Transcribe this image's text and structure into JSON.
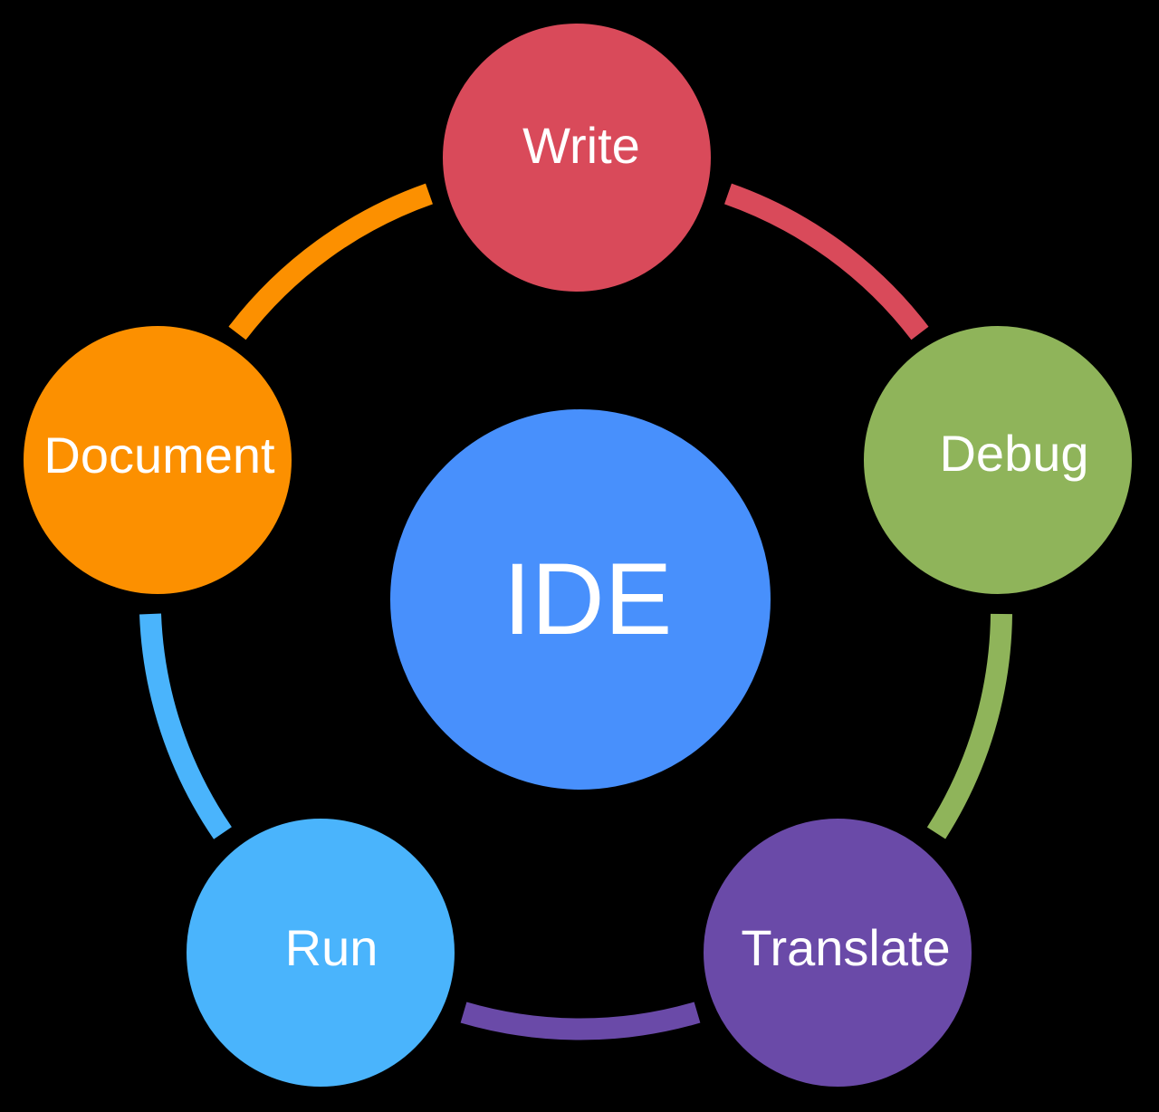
{
  "diagram": {
    "center": {
      "label": "IDE",
      "color": "#4890FC"
    },
    "nodes": [
      {
        "id": "write",
        "label": "Write",
        "color": "#D94A5A"
      },
      {
        "id": "debug",
        "label": "Debug",
        "color": "#8FB45A"
      },
      {
        "id": "translate",
        "label": "Translate",
        "color": "#6A4AA8"
      },
      {
        "id": "run",
        "label": "Run",
        "color": "#4AB4FC"
      },
      {
        "id": "document",
        "label": "Document",
        "color": "#FC9000"
      }
    ],
    "connectors": [
      {
        "from": "write",
        "to": "debug",
        "color": "#D94A5A"
      },
      {
        "from": "debug",
        "to": "translate",
        "color": "#8FB45A"
      },
      {
        "from": "translate",
        "to": "run",
        "color": "#6A4AA8"
      },
      {
        "from": "run",
        "to": "document",
        "color": "#4AB4FC"
      },
      {
        "from": "document",
        "to": "write",
        "color": "#FC9000"
      }
    ],
    "outline_color": "#000000"
  }
}
